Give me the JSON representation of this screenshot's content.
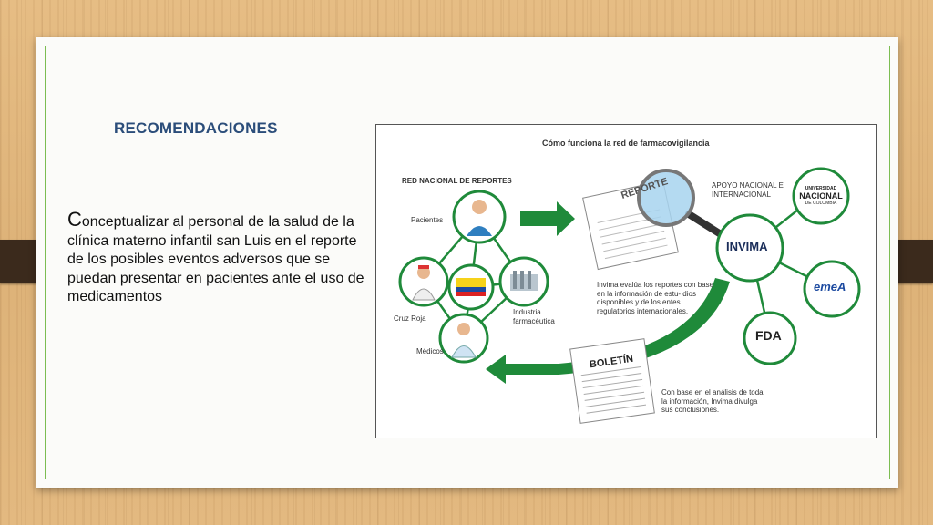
{
  "slide": {
    "title": "RECOMENDACIONES",
    "body_first_letter": "C",
    "body_rest": "onceptualizar al personal de la salud de la clínica materno infantil san Luis en el reporte de los posibles eventos adversos que se puedan presentar en pacientes ante el uso de medicamentos"
  },
  "infographic": {
    "title": "Cómo funciona la red de farmacovigilancia",
    "network_label": "RED NACIONAL DE REPORTES",
    "pacientes": "Pacientes",
    "cruz_roja": "Cruz Roja",
    "medicos": "Médicos",
    "industria": "Industria farmacéutica",
    "apoyo": "APOYO NACIONAL E INTERNACIONAL",
    "reporte_stamp": "REPORTE",
    "invima_text": "Invima evalúa los reportes con base en la información de estu- dios disponibles y de los entes regulatorios internacionales.",
    "boletin_title": "BOLETÍN",
    "boletin_text": "Con base en el análisis de toda la información, Invima divulga sus conclusiones.",
    "logo_invima": "INVIMA",
    "logo_un_line1": "UNIVERSIDAD",
    "logo_un_line2": "NACIONAL",
    "logo_un_line3": "DE COLOMBIA",
    "logo_ema": "emeA",
    "logo_fda": "FDA"
  },
  "colors": {
    "accent_green": "#1f8a3a",
    "frame_green": "#7cbd52",
    "title_blue": "#2b4d7a"
  }
}
